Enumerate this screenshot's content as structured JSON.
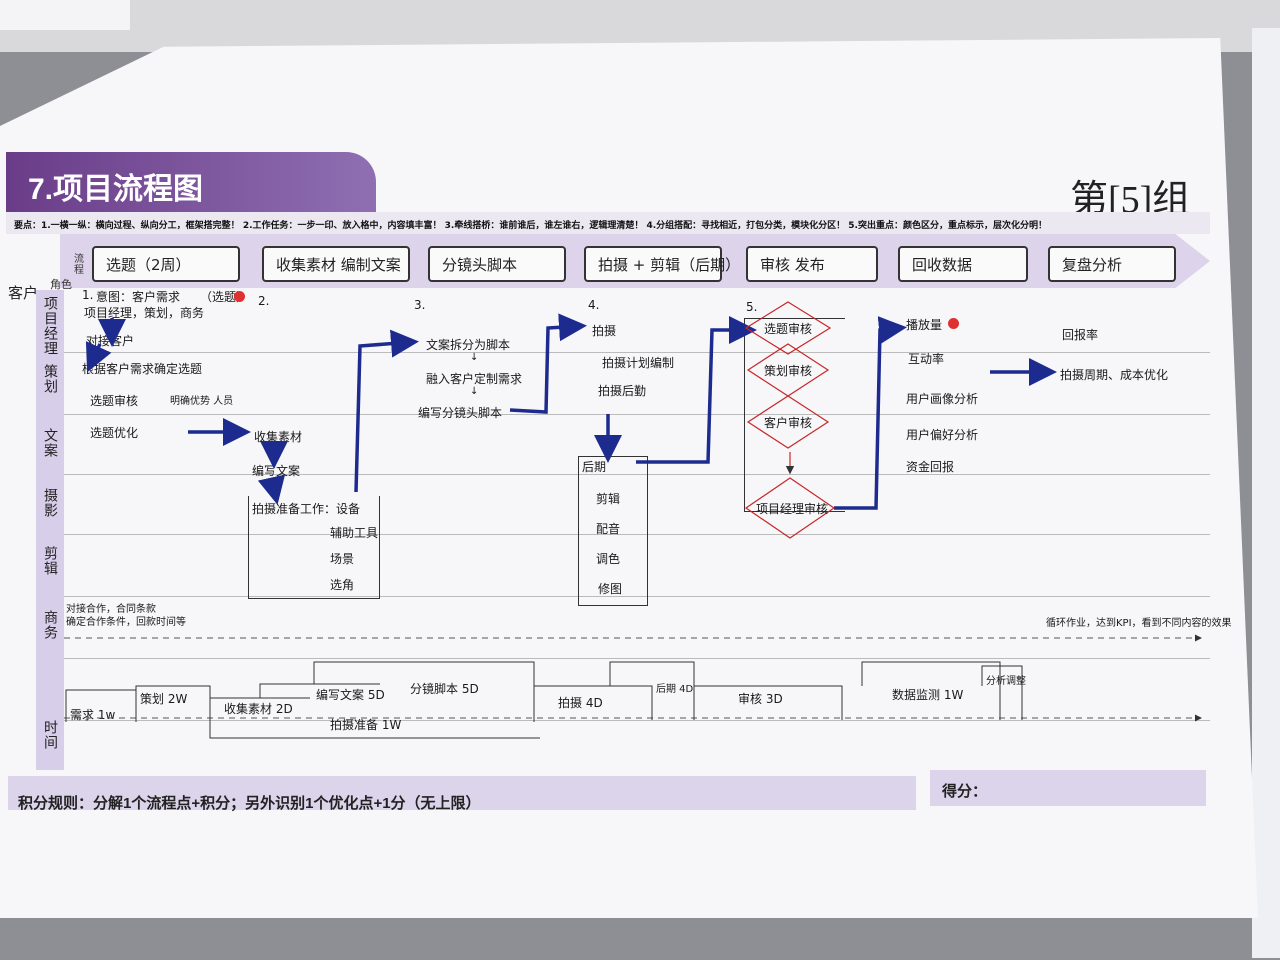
{
  "header": {
    "title": "7.项目流程图",
    "group_label": "第[5]组",
    "key_points": "要点：1.一横一纵：横向过程、纵向分工，框架搭完整！ 2.工作任务：一步一印、放入格中，内容填丰富！ 3.牵线搭桥：谁前谁后，谁左谁右，逻辑理清楚！ 4.分组搭配：寻找相近，打包分类，模块化分区！ 5.突出重点：颜色区分，重点标示，层次化分明！"
  },
  "axis": {
    "stage_header": "流程",
    "role_header": "角色",
    "roles": [
      "项目经理",
      "策划",
      "文案",
      "摄影",
      "剪辑",
      "商务",
      "",
      "时间"
    ],
    "client": "客户"
  },
  "stages": [
    "选题（2周）",
    "收集素材 编制文案",
    "分镜头脚本",
    "拍摄 + 剪辑（后期）",
    "审核  发布",
    "回收数据",
    "复盘分析"
  ],
  "steps": {
    "s1": {
      "num": "1.",
      "items": [
        "意图：客户需求",
        "项目经理，策划，商务",
        "对接客户",
        "根据客户需求确定选题",
        "选题审核",
        "明确优势 人员",
        "选题优化"
      ],
      "mark": "（选题）"
    },
    "s2": {
      "num": "2.",
      "items": [
        "收集素材",
        "编写文案",
        "拍摄准备工作：设备",
        "辅助工具",
        "场景",
        "选角"
      ]
    },
    "s3": {
      "num": "3.",
      "items": [
        "文案拆分为脚本",
        "↓",
        "融入客户定制需求",
        "↓",
        "编写分镜头脚本"
      ]
    },
    "s4": {
      "num": "4.",
      "items": [
        "拍摄",
        "拍摄计划编制",
        "拍摄后勤",
        "后期",
        "剪辑",
        "配音",
        "调色",
        "修图"
      ]
    },
    "s5": {
      "num": "5.",
      "items": [
        "选题审核",
        "策划审核",
        "客户审核",
        "项目经理审核"
      ]
    },
    "s6": {
      "items": [
        "播放量",
        "互动率",
        "用户画像分析",
        "用户偏好分析",
        "资金回报"
      ]
    },
    "s7": {
      "items": [
        "回报率",
        "拍摄周期、成本优化"
      ]
    },
    "business": [
      "对接合作，合同条款",
      "确定合作条件，回款时间等"
    ],
    "loop_note": "循环作业，达到KPI，看到不同内容的效果"
  },
  "timeline": {
    "labels": [
      "需求 1w",
      "策划 2W",
      "收集素材 2D",
      "编写文案 5D",
      "分镜脚本 5D",
      "拍摄准备 1W",
      "拍摄 4D",
      "后期 4D",
      "审核 3D",
      "数据监测 1W",
      "分析调整"
    ]
  },
  "footer": {
    "rule": "积分规则：分解1个流程点+积分；另外识别1个优化点+1分（无上限）",
    "score": "得分："
  }
}
